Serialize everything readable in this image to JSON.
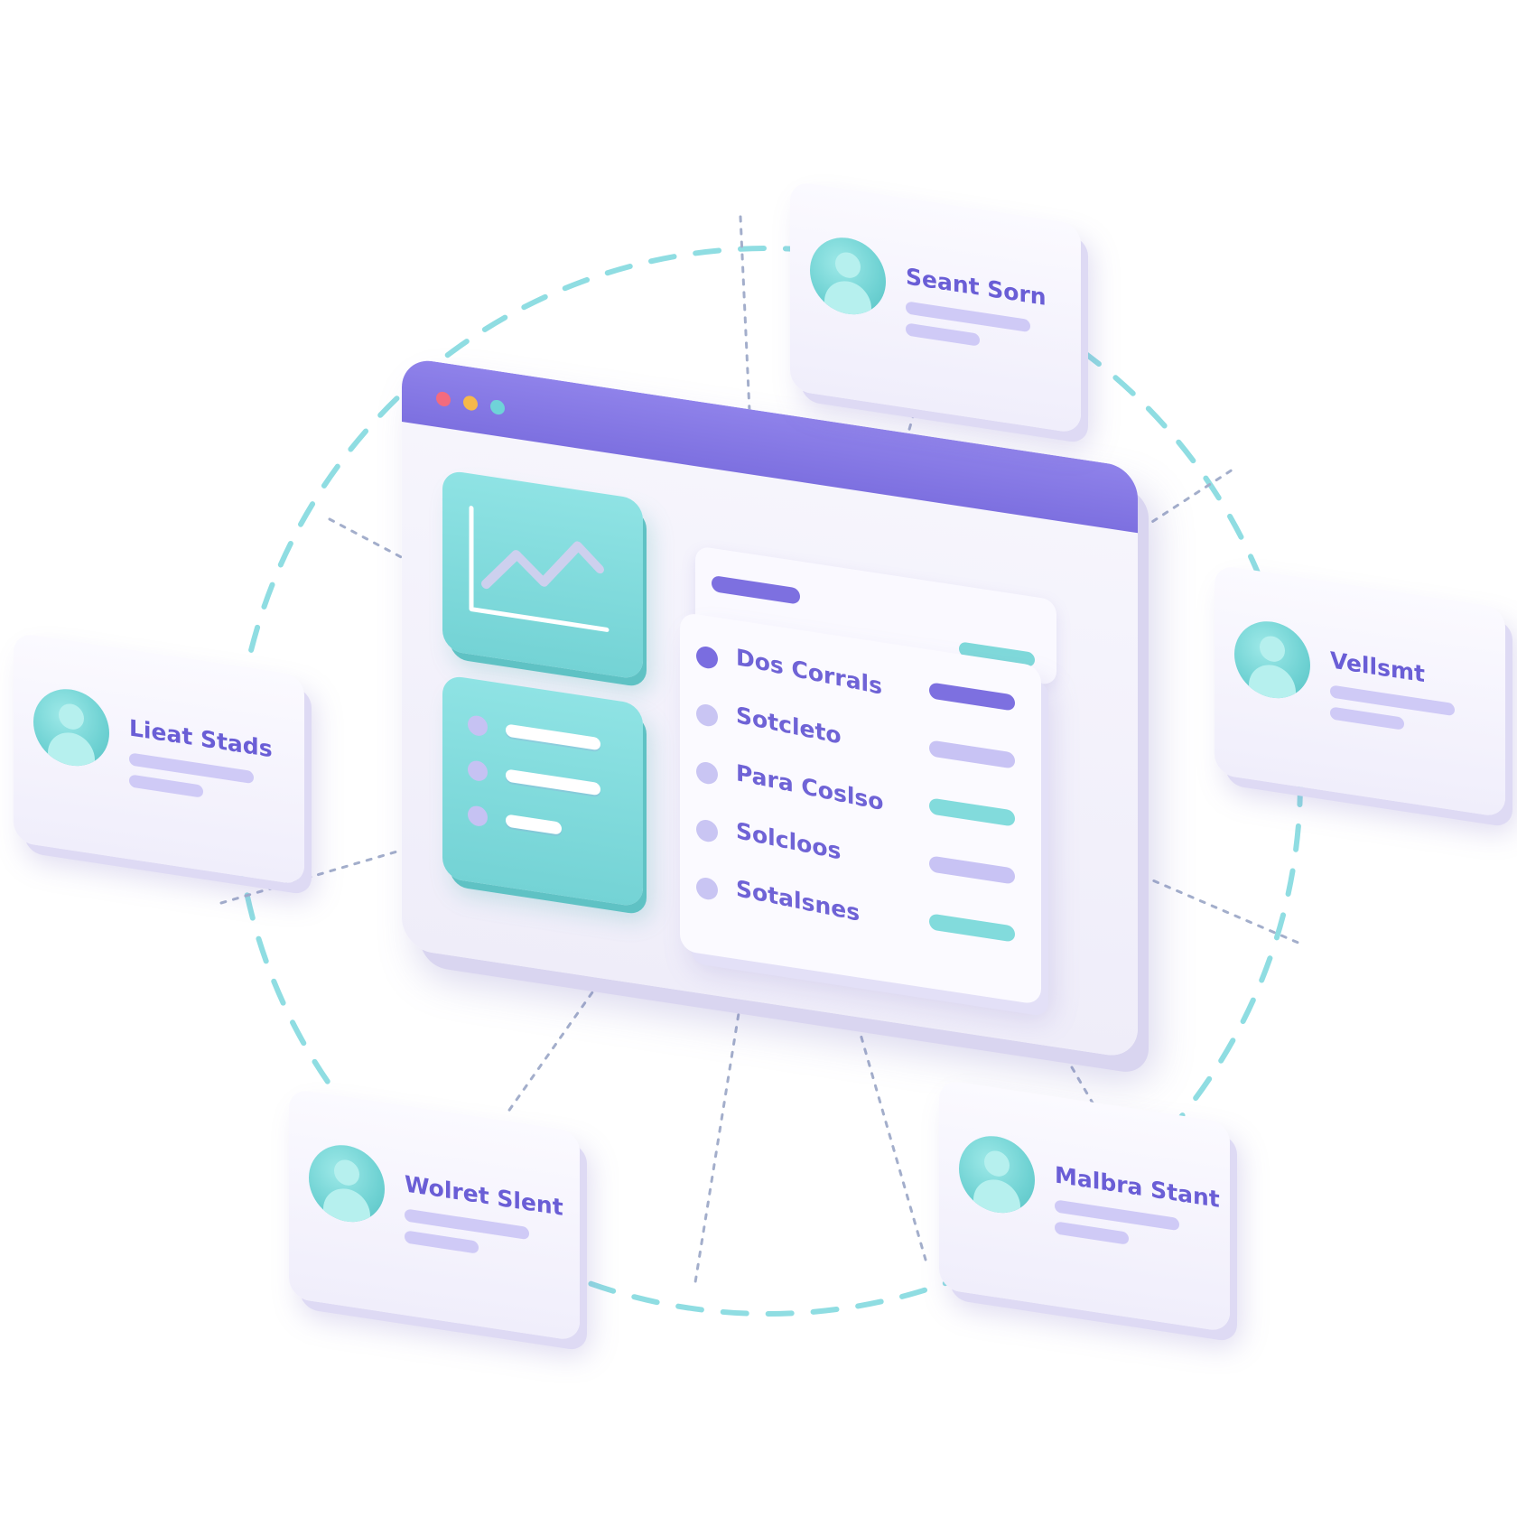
{
  "colors": {
    "accent_purple": "#7d70e0",
    "accent_teal": "#74d3d5",
    "soft_lavender": "#cfcaf6",
    "connector_teal": "#8fdde2",
    "connector_dots": "#9fa9c8",
    "window_close": "#f36b7e",
    "window_minimize": "#f6b84a",
    "window_maximize": "#6fd3d8"
  },
  "window": {
    "controls": [
      "close",
      "minimize",
      "maximize"
    ],
    "chart_icon": "line-chart-icon",
    "list_icon": "bullet-list-icon"
  },
  "list": {
    "items": [
      {
        "label": "Dos Corrals",
        "active": true,
        "status": "purple"
      },
      {
        "label": "Sotcleto",
        "active": false,
        "status": "lavender"
      },
      {
        "label": "Para Coslso",
        "active": false,
        "status": "teal"
      },
      {
        "label": "Solcloos",
        "active": false,
        "status": "lavender"
      },
      {
        "label": "Sotalsnes",
        "active": false,
        "status": "teal"
      }
    ]
  },
  "profiles": [
    {
      "id": "top",
      "name": "Seant Sorn",
      "icon": "user-avatar-icon"
    },
    {
      "id": "right",
      "name": "Vellsmt",
      "icon": "user-avatar-icon"
    },
    {
      "id": "left",
      "name": "Lieat Stads",
      "icon": "user-avatar-icon"
    },
    {
      "id": "bottom-left",
      "name": "Wolret Slent",
      "icon": "user-avatar-icon"
    },
    {
      "id": "bottom-right",
      "name": "Malbra Stant",
      "icon": "user-avatar-icon"
    }
  ]
}
